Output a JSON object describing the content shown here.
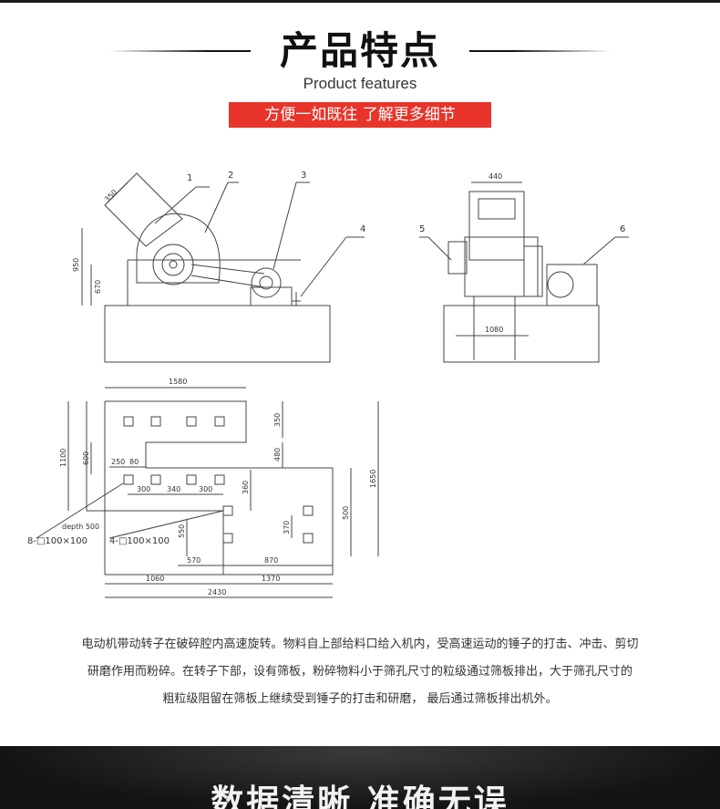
{
  "header": {
    "title": "产品特点",
    "subtitle": "Product features",
    "cta_label": "方便一如既往  了解更多细节",
    "accent_color": "#e8342a"
  },
  "drawing": {
    "callouts": [
      "1",
      "2",
      "3",
      "4",
      "5",
      "6"
    ],
    "side_dims": [
      "350",
      "950",
      "670"
    ],
    "front_dims": [
      "440",
      "1080"
    ],
    "plan_dims": {
      "top_width": "1580",
      "left_height": "1100",
      "left_inner": "600",
      "top_right": "350",
      "mid_right": "480",
      "offset": "250",
      "offset2": "80",
      "spacing": [
        "300",
        "340",
        "300"
      ],
      "vertical_mid": "360",
      "right_tall": "1650",
      "right_inner": "500",
      "small_h": "550",
      "small_v": "370",
      "small_h2": "570",
      "small_h3": "870",
      "bottom_left": "1060",
      "bottom_right": "1370",
      "bottom_total": "2430"
    },
    "plan_notes": {
      "depth": "depth 500",
      "bolt_left": "8-□100×100",
      "bolt_right": "4-□100×100"
    }
  },
  "description": {
    "lines": [
      "电动机带动转子在破碎腔内高速旋转。物料自上部给料口给入机内，受高速运动的锤子的打击、冲击、剪切",
      "研磨作用而粉碎。在转子下部，设有筛板，粉碎物料小于筛孔尺寸的粒级通过筛板排出，大于筛孔尺寸的",
      "粗粒级阻留在筛板上继续受到锤子的打击和研磨，  最后通过筛板排出机外。"
    ]
  },
  "footer": {
    "banner_text": "数据清晰  准确无误"
  }
}
